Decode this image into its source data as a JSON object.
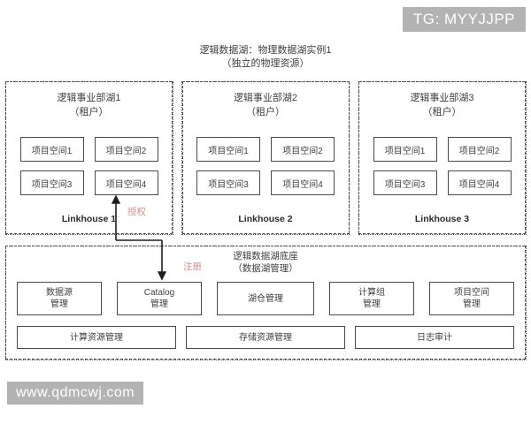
{
  "watermarks": {
    "top_badge": "TG: MYYJJPP",
    "bottom_site": "www.qdmcwj.com"
  },
  "title": {
    "line1": "逻辑数据湖：物理数据湖实例1",
    "line2": "（独立的物理资源）"
  },
  "tenants": [
    {
      "title": "逻辑事业部湖1",
      "subtitle": "（租户）",
      "projects": [
        "项目空间1",
        "项目空间2",
        "项目空间3",
        "项目空间4"
      ],
      "linkhouse": "Linkhouse 1"
    },
    {
      "title": "逻辑事业部湖2",
      "subtitle": "（租户）",
      "projects": [
        "项目空间1",
        "项目空间2",
        "项目空间3",
        "项目空间4"
      ],
      "linkhouse": "Linkhouse 2"
    },
    {
      "title": "逻辑事业部湖3",
      "subtitle": "（租户）",
      "projects": [
        "项目空间1",
        "项目空间2",
        "项目空间3",
        "项目空间4"
      ],
      "linkhouse": "Linkhouse 3"
    }
  ],
  "foundation": {
    "title": "逻辑数据湖底座",
    "subtitle": "（数据湖管理）",
    "services_row1": [
      {
        "line1": "数据源",
        "line2": "管理"
      },
      {
        "line1": "Catalog",
        "line2": "管理"
      },
      {
        "line1": "湖仓管理",
        "line2": ""
      },
      {
        "line1": "计算组",
        "line2": "管理"
      },
      {
        "line1": "项目空间",
        "line2": "管理"
      }
    ],
    "services_row2": [
      "计算资源管理",
      "存储资源管理",
      "日志审计"
    ]
  },
  "annotations": {
    "authorize": "授权",
    "register": "注册",
    "color": "#d98c8c"
  }
}
